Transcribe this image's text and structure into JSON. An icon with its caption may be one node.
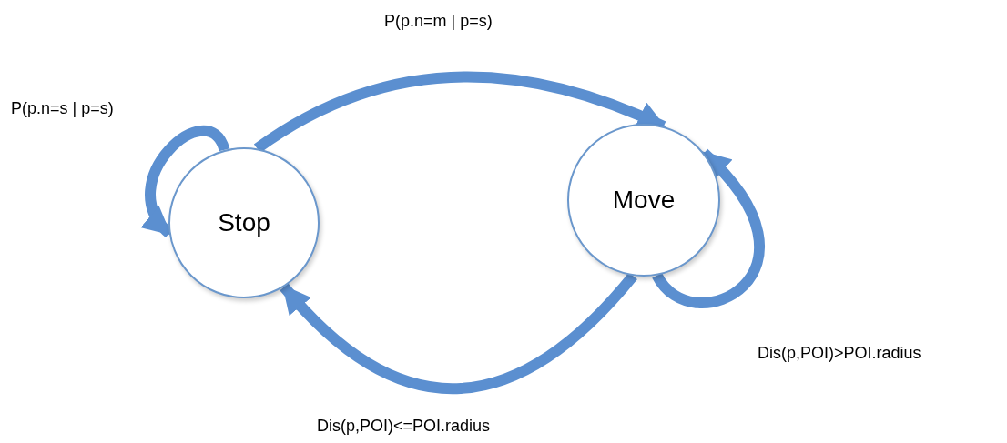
{
  "diagram": {
    "nodes": [
      {
        "text": [
          "Stop"
        ]
      },
      {
        "text": [
          "Move"
        ]
      }
    ],
    "edges": [
      {
        "from": 0,
        "to": 1,
        "arrow": "to",
        "label": "P(p.n=m | p=s)"
      },
      {
        "from": 0,
        "to": 0,
        "arrow": "to",
        "label": "P(p.n=s | p=s)"
      },
      {
        "from": 1,
        "to": 1,
        "arrow": "to",
        "label": "Dis(p,POI)>POI.radius"
      },
      {
        "from": 1,
        "to": 0,
        "arrow": "to",
        "label": "Dis(p,POI)<=POI.radius"
      }
    ]
  }
}
